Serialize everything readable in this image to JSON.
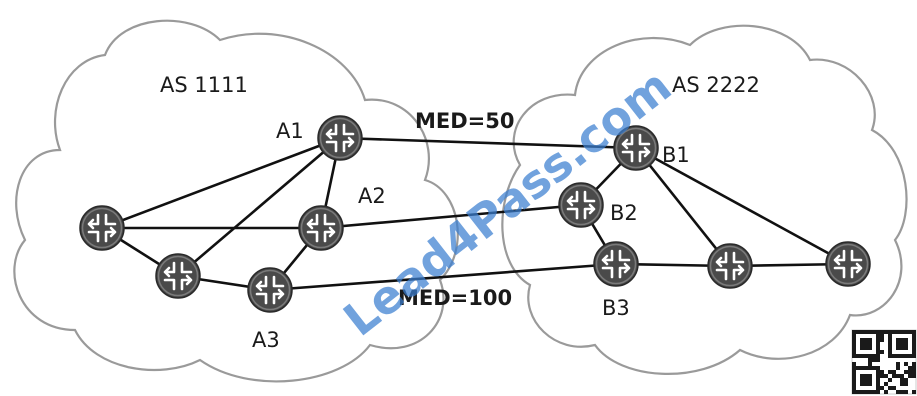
{
  "clouds": {
    "left": "AS 1111",
    "right": "AS 2222"
  },
  "routers": {
    "A1": "A1",
    "A2": "A2",
    "A3": "A3",
    "B1": "B1",
    "B2": "B2",
    "B3": "B3"
  },
  "links": {
    "med_top": "MED=50",
    "med_bottom": "MED=100"
  },
  "watermark": "Lead4Pass.com",
  "colors": {
    "watermark": "#3b7fd1",
    "router": "#4a4a4a",
    "cloud_outline": "#9a9a9a"
  }
}
